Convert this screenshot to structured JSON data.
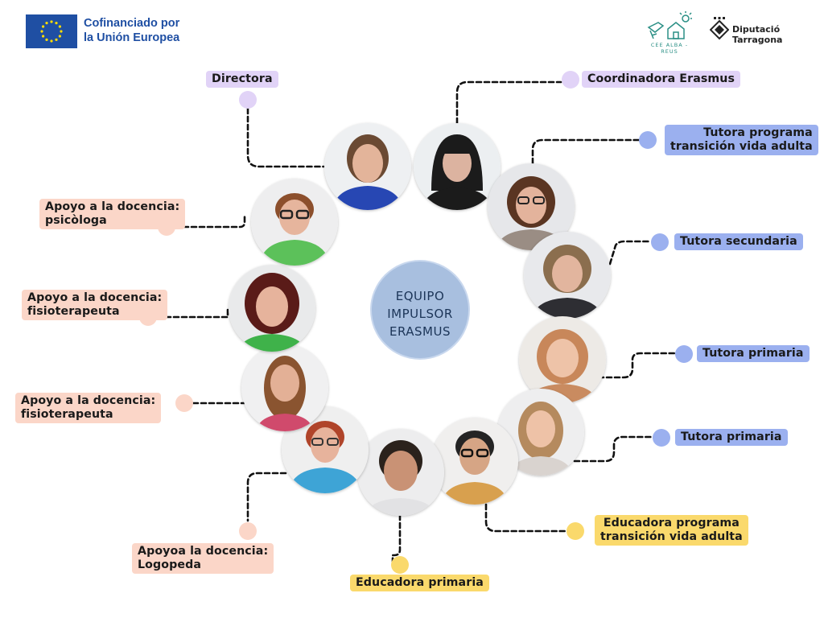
{
  "header": {
    "eu_line1": "Cofinanciado por",
    "eu_line2": "la Unión Europea",
    "school_caption": "CEE ALBA - REUS",
    "diputacio": "Diputació Tarragona"
  },
  "center": {
    "line1": "EQUIPO",
    "line2": "IMPULSOR",
    "line3": "ERASMUS"
  },
  "roles": {
    "directora": "Directora",
    "coordinadora": "Coordinadora Erasmus",
    "tutora_transicion_1": "Tutora programa",
    "tutora_transicion_2": "transición vida adulta",
    "tutora_secundaria": "Tutora secundaria",
    "tutora_primaria_1": "Tutora primaria",
    "tutora_primaria_2": "Tutora primaria",
    "educadora_transicion_1": "Educadora programa",
    "educadora_transicion_2": "transición vida adulta",
    "educadora_primaria": "Educadora primaria",
    "logopeda_1": "Apoyoa la docencia:",
    "logopeda_2": "Logopeda",
    "fisio_a_1": "Apoyo a la docencia:",
    "fisio_a_2": "fisioterapeuta",
    "fisio_b_1": "Apoyo a la docencia:",
    "fisio_b_2": "fisioterapeuta",
    "psicologa_1": "Apoyo a la docencia:",
    "psicologa_2": "psicòloga"
  },
  "colors": {
    "lavender": "#e1d3f7",
    "blue": "#9bb0ef",
    "peach": "#fbd6c8",
    "yellow": "#fad96c",
    "center": "#a8bfdf"
  }
}
